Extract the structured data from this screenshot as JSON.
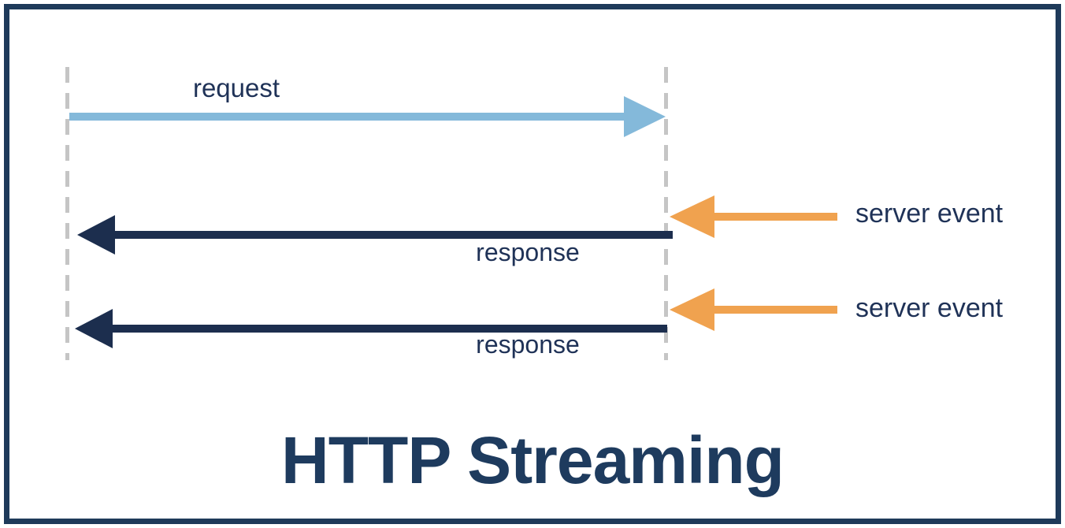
{
  "diagram": {
    "title": "HTTP Streaming",
    "messages": [
      {
        "id": "request",
        "label": "request",
        "direction": "client-to-server",
        "color": "#84b9da"
      },
      {
        "id": "server-event-1",
        "label": "server event",
        "direction": "into-server",
        "color": "#f0a24f"
      },
      {
        "id": "response-1",
        "label": "response",
        "direction": "server-to-client",
        "color": "#1c2e4e"
      },
      {
        "id": "server-event-2",
        "label": "server event",
        "direction": "into-server",
        "color": "#f0a24f"
      },
      {
        "id": "response-2",
        "label": "response",
        "direction": "server-to-client",
        "color": "#1c2e4e"
      }
    ],
    "lifelines": [
      {
        "id": "client-lifeline"
      },
      {
        "id": "server-lifeline"
      }
    ],
    "colors": {
      "frame": "#1e3a5a",
      "lifeline": "#c5c5c5",
      "label_text": "#1f3257",
      "title_text": "#1e3b5e",
      "request_blue": "#84b9da",
      "response_navy": "#1c2e4e",
      "server_event_orange": "#f0a24f"
    }
  }
}
